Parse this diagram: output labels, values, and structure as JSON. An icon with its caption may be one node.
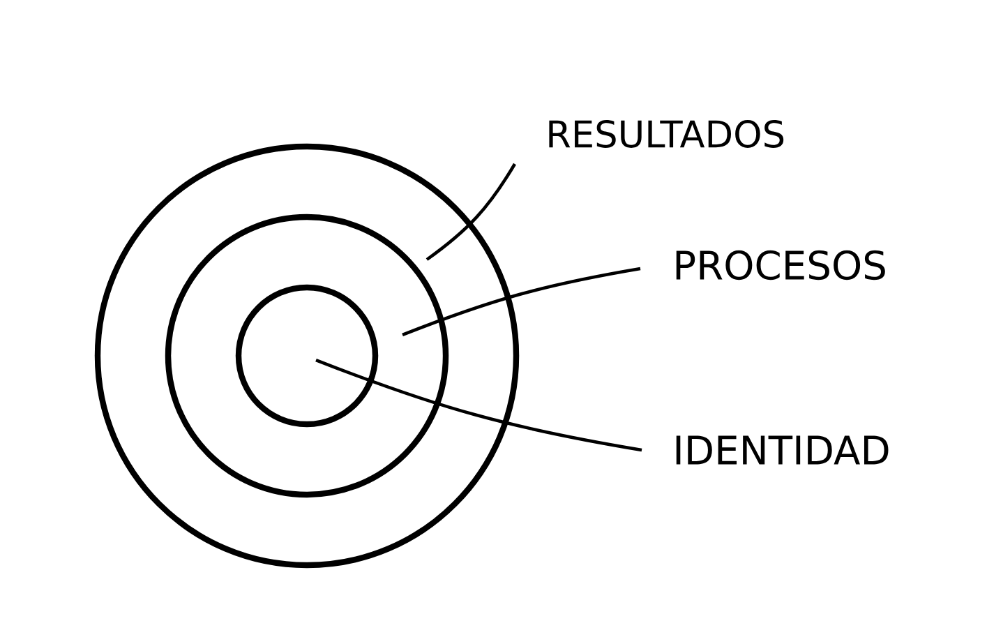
{
  "diagram": {
    "nodes": [
      {
        "text": [],
        "shape": "circle"
      },
      {
        "text": [],
        "shape": "circle",
        "in": 0
      },
      {
        "text": [],
        "shape": "circle",
        "in": 1
      },
      {
        "text": [
          "RESULTADOS"
        ]
      },
      {
        "text": [
          "PROCESOS"
        ]
      },
      {
        "text": [
          "IDENTIDAD"
        ]
      }
    ],
    "edges": [
      {
        "from": 3,
        "to": 0,
        "arrow": "none"
      },
      {
        "from": 4,
        "to": 1,
        "arrow": "none"
      },
      {
        "from": 5,
        "to": 2,
        "arrow": "none"
      }
    ]
  }
}
